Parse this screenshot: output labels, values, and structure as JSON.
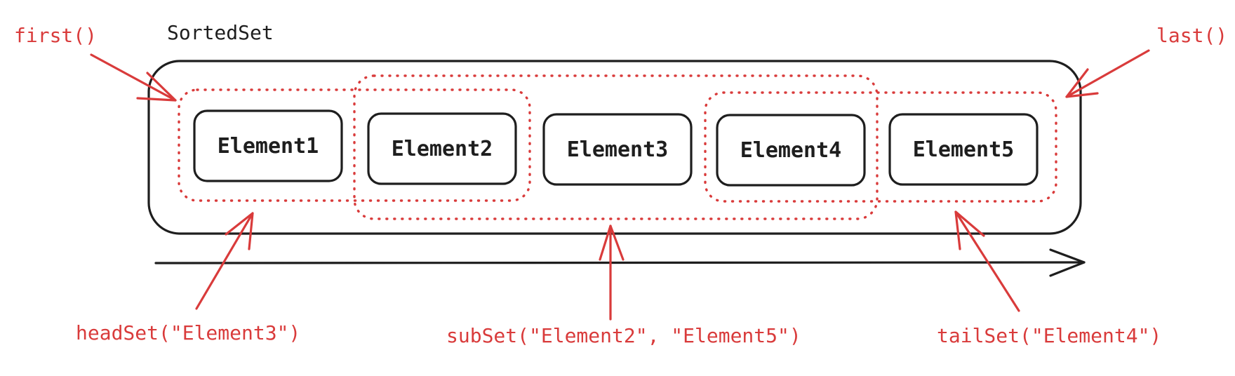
{
  "diagram": {
    "title": "SortedSet",
    "elements": [
      "Element1",
      "Element2",
      "Element3",
      "Element4",
      "Element5"
    ],
    "annotations": {
      "first": "first()",
      "last": "last()",
      "head_set": "headSet(\"Element3\")",
      "sub_set": "subSet(\"Element2\", \"Element5\")",
      "tail_set": "tailSet(\"Element4\")"
    },
    "colors": {
      "ink": "#1e1e1e",
      "accent_red": "#d93b3b",
      "background": "#ffffff"
    }
  }
}
